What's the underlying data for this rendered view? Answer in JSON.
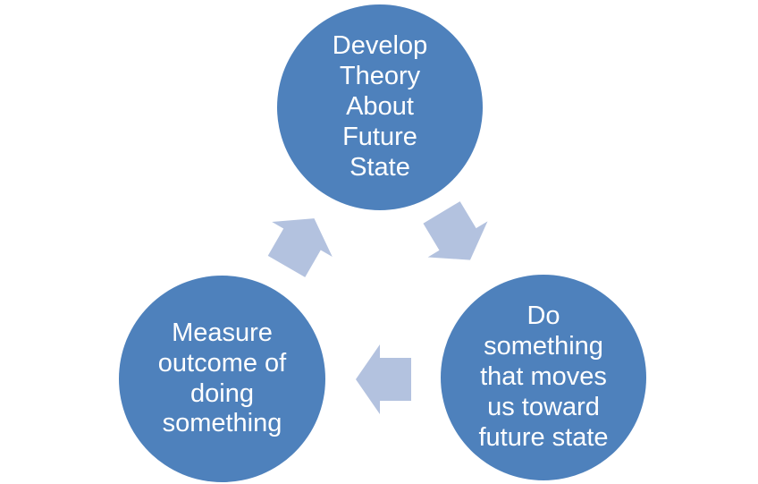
{
  "diagram": {
    "type": "cycle",
    "nodes": [
      {
        "id": "develop-theory",
        "label": "Develop\nTheory\nAbout\nFuture\nState"
      },
      {
        "id": "do-something",
        "label": "Do\nsomething\nthat moves\nus toward\nfuture state"
      },
      {
        "id": "measure-outcome",
        "label": "Measure\noutcome of\ndoing\nsomething"
      }
    ],
    "arrows": [
      {
        "from": "develop-theory",
        "to": "do-something",
        "direction": "down-right"
      },
      {
        "from": "do-something",
        "to": "measure-outcome",
        "direction": "left"
      },
      {
        "from": "measure-outcome",
        "to": "develop-theory",
        "direction": "up-right"
      }
    ],
    "colors": {
      "node_fill": "#4E81BC",
      "arrow_fill": "#B3C2DF",
      "text": "#FFFFFF",
      "background": "#FFFFFF"
    }
  }
}
